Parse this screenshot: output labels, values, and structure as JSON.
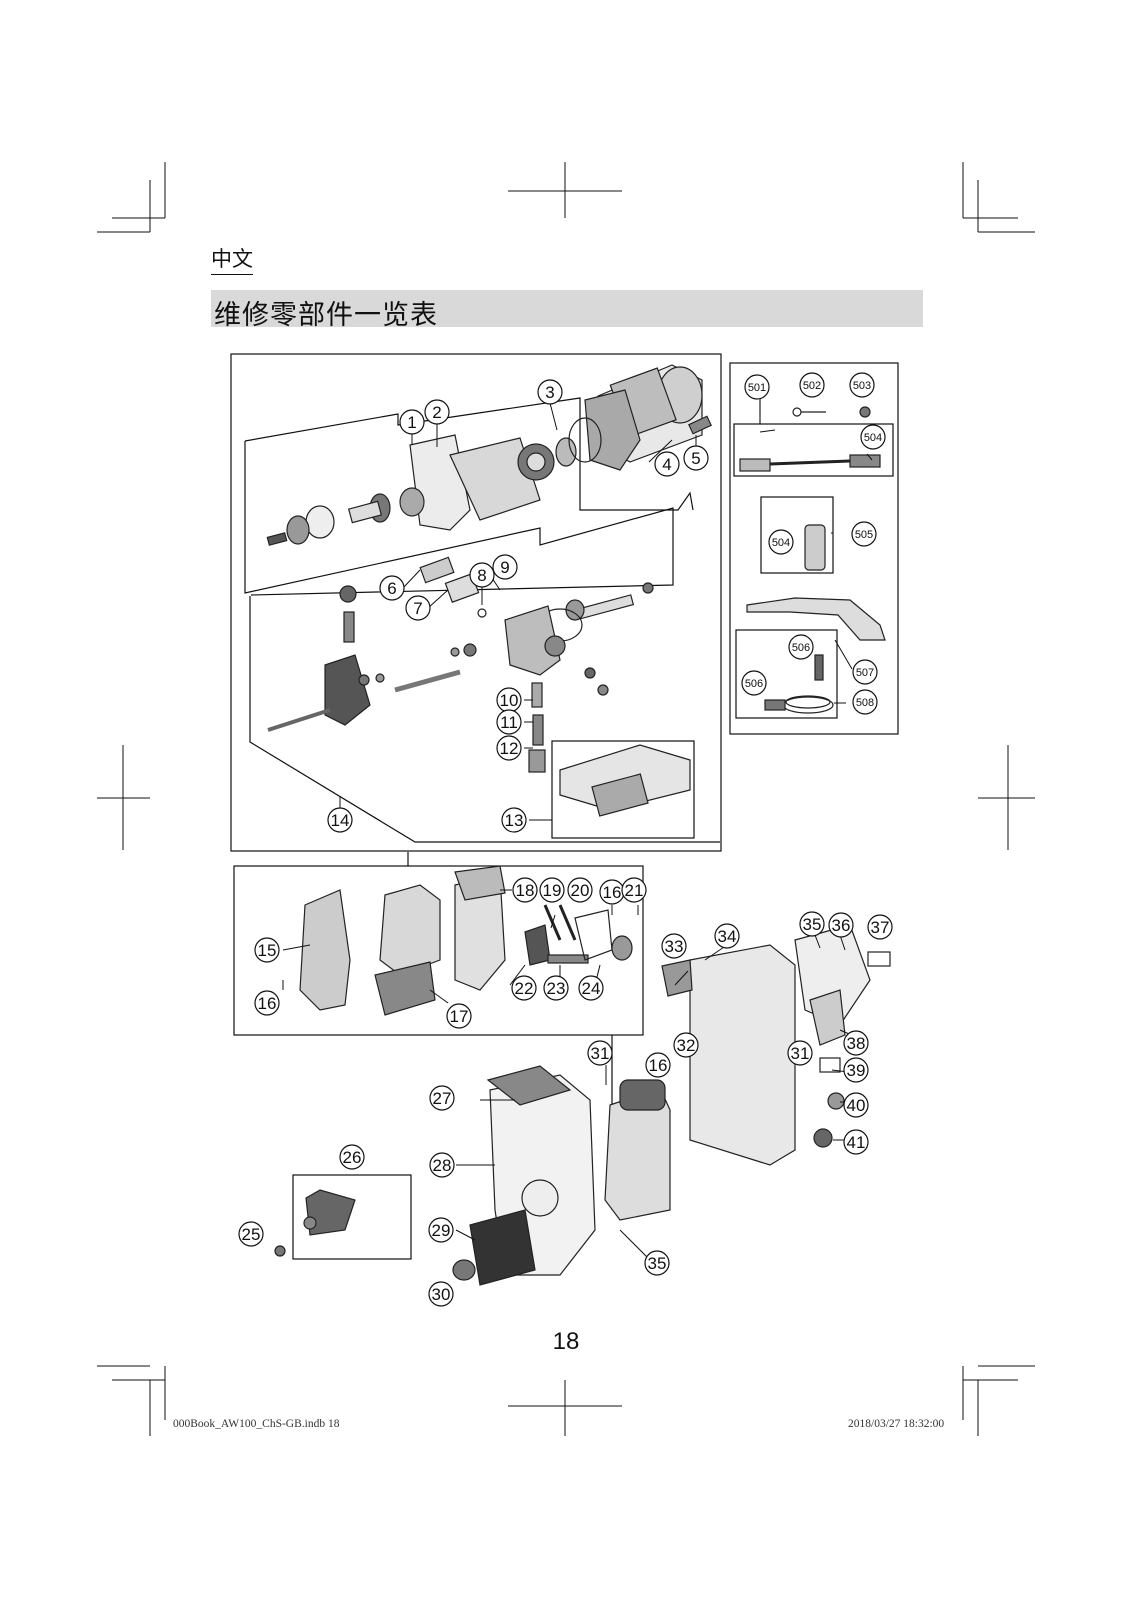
{
  "header": {
    "language": "中文",
    "title": "维修零部件一览表"
  },
  "callouts": [
    {
      "id": "1",
      "label": "1"
    },
    {
      "id": "2",
      "label": "2"
    },
    {
      "id": "3",
      "label": "3"
    },
    {
      "id": "4",
      "label": "4"
    },
    {
      "id": "5",
      "label": "5"
    },
    {
      "id": "6",
      "label": "6"
    },
    {
      "id": "7",
      "label": "7"
    },
    {
      "id": "8",
      "label": "8"
    },
    {
      "id": "9",
      "label": "9"
    },
    {
      "id": "10",
      "label": "10"
    },
    {
      "id": "11",
      "label": "11"
    },
    {
      "id": "12",
      "label": "12"
    },
    {
      "id": "13",
      "label": "13"
    },
    {
      "id": "14",
      "label": "14"
    },
    {
      "id": "15",
      "label": "15"
    },
    {
      "id": "16a",
      "label": "16"
    },
    {
      "id": "16b",
      "label": "16"
    },
    {
      "id": "16c",
      "label": "16"
    },
    {
      "id": "17",
      "label": "17"
    },
    {
      "id": "18",
      "label": "18"
    },
    {
      "id": "19",
      "label": "19"
    },
    {
      "id": "20",
      "label": "20"
    },
    {
      "id": "21",
      "label": "21"
    },
    {
      "id": "22",
      "label": "22"
    },
    {
      "id": "23",
      "label": "23"
    },
    {
      "id": "24",
      "label": "24"
    },
    {
      "id": "25",
      "label": "25"
    },
    {
      "id": "26",
      "label": "26"
    },
    {
      "id": "27",
      "label": "27"
    },
    {
      "id": "28",
      "label": "28"
    },
    {
      "id": "29",
      "label": "29"
    },
    {
      "id": "30",
      "label": "30"
    },
    {
      "id": "31a",
      "label": "31"
    },
    {
      "id": "31b",
      "label": "31"
    },
    {
      "id": "32",
      "label": "32"
    },
    {
      "id": "33",
      "label": "33"
    },
    {
      "id": "34",
      "label": "34"
    },
    {
      "id": "35a",
      "label": "35"
    },
    {
      "id": "35b",
      "label": "35"
    },
    {
      "id": "36",
      "label": "36"
    },
    {
      "id": "37",
      "label": "37"
    },
    {
      "id": "38",
      "label": "38"
    },
    {
      "id": "39",
      "label": "39"
    },
    {
      "id": "40",
      "label": "40"
    },
    {
      "id": "41",
      "label": "41"
    },
    {
      "id": "501",
      "label": "501"
    },
    {
      "id": "502",
      "label": "502"
    },
    {
      "id": "503",
      "label": "503"
    },
    {
      "id": "504a",
      "label": "504"
    },
    {
      "id": "504b",
      "label": "504"
    },
    {
      "id": "505",
      "label": "505"
    },
    {
      "id": "506a",
      "label": "506"
    },
    {
      "id": "506b",
      "label": "506"
    },
    {
      "id": "507",
      "label": "507"
    },
    {
      "id": "508",
      "label": "508"
    }
  ],
  "footer": {
    "page_number": "18",
    "file": "000Book_AW100_ChS-GB.indb   18",
    "timestamp": "2018/03/27   18:32:00"
  }
}
